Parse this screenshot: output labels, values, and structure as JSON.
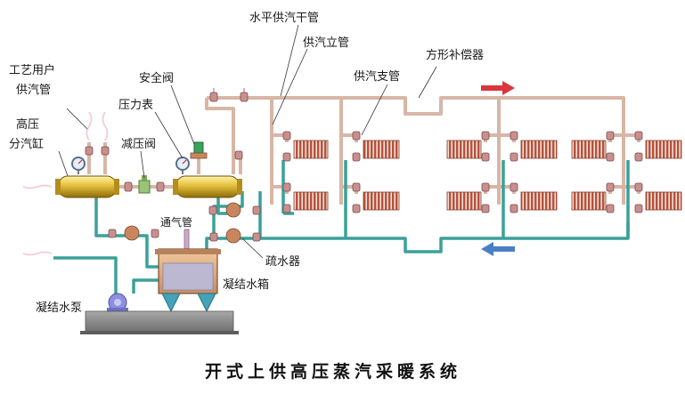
{
  "title": "开式上供高压蒸汽采暖系统",
  "labels": {
    "main_supply_pipe": "水平供汽干管",
    "supply_riser": "供汽立管",
    "square_compensator": "方形补偿器",
    "supply_branch": "供汽支管",
    "process_user_pipe_1": "工艺用户",
    "process_user_pipe_2": "供汽管",
    "safety_valve": "安全阀",
    "pressure_gauge": "压力表",
    "hp_header_1": "高压",
    "hp_header_2": "分汽缸",
    "pressure_reducing_valve": "减压阀",
    "vent_pipe": "通气管",
    "steam_trap": "疏水器",
    "condensate_tank": "凝结水箱",
    "condensate_pump": "凝结水泵"
  },
  "colors": {
    "steam_pipe": "#d8b6a6",
    "condensate_pipe": "#3aa199",
    "radiator": "#b5523c",
    "header_gold": "#c9a227",
    "arrow_supply": "#d9363e",
    "arrow_return": "#4a7fc6",
    "pump_blue": "#8d8fe0",
    "ground": "#8a8a8a"
  }
}
